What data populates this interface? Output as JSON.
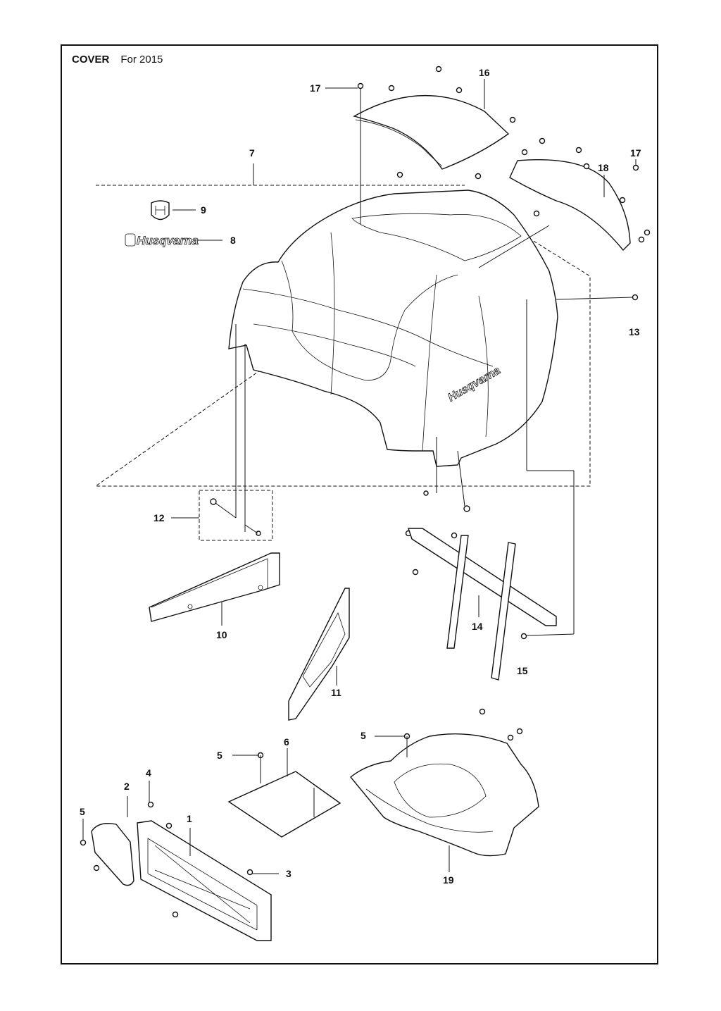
{
  "header": {
    "title": "COVER",
    "subtitle": "For 2015"
  },
  "brand_text": "Husqvarna",
  "callouts": {
    "c1": "1",
    "c2": "2",
    "c3": "3",
    "c4": "4",
    "c5a": "5",
    "c5b": "5",
    "c5c": "5",
    "c6": "6",
    "c7": "7",
    "c8": "8",
    "c9": "9",
    "c10": "10",
    "c11": "11",
    "c12": "12",
    "c13": "13",
    "c14": "14",
    "c15": "15",
    "c16": "16",
    "c17a": "17",
    "c17b": "17",
    "c18": "18",
    "c19": "19"
  }
}
